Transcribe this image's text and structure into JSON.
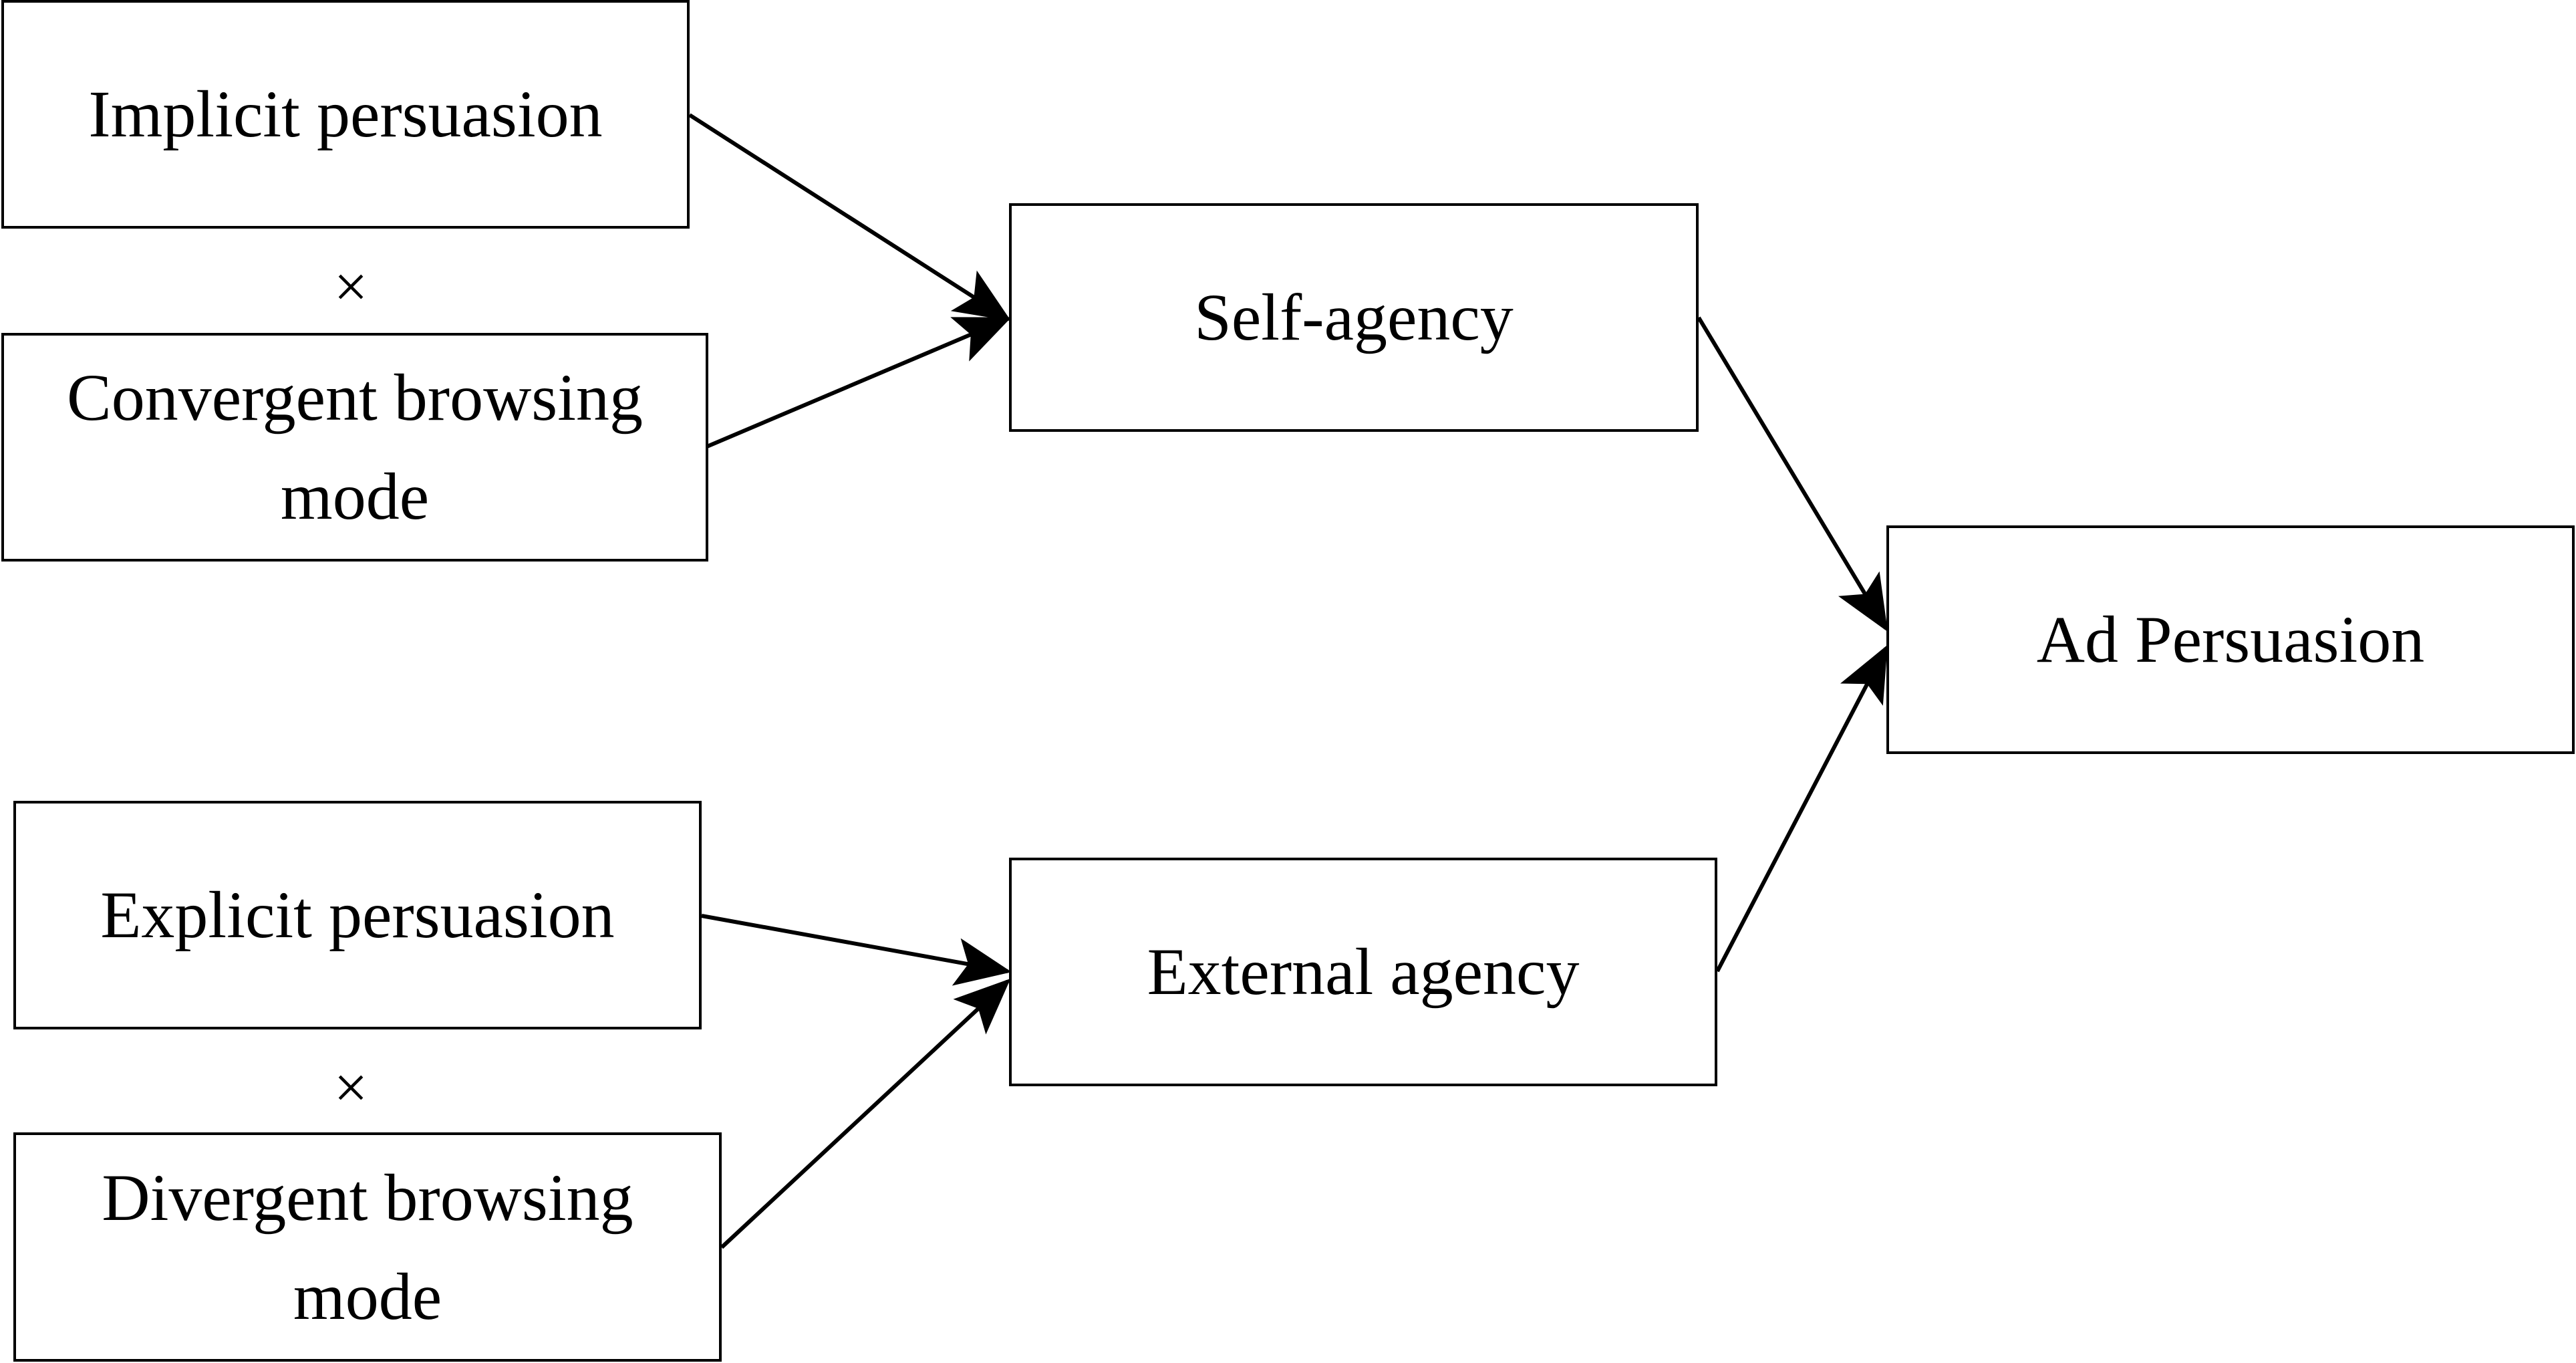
{
  "diagram": {
    "nodes": {
      "implicit_persuasion": "Implicit persuasion",
      "convergent_browsing_mode": "Convergent browsing mode",
      "self_agency": "Self-agency",
      "ad_persuasion": "Ad Persuasion",
      "explicit_persuasion": "Explicit persuasion",
      "divergent_browsing_mode": "Divergent browsing mode",
      "external_agency": "External agency"
    },
    "interaction_symbols": {
      "top": "×",
      "bottom": "×"
    },
    "edges": [
      {
        "from": "implicit_persuasion",
        "to": "self_agency"
      },
      {
        "from": "convergent_browsing_mode",
        "to": "self_agency"
      },
      {
        "from": "explicit_persuasion",
        "to": "external_agency"
      },
      {
        "from": "divergent_browsing_mode",
        "to": "external_agency"
      },
      {
        "from": "self_agency",
        "to": "ad_persuasion"
      },
      {
        "from": "external_agency",
        "to": "ad_persuasion"
      }
    ]
  }
}
